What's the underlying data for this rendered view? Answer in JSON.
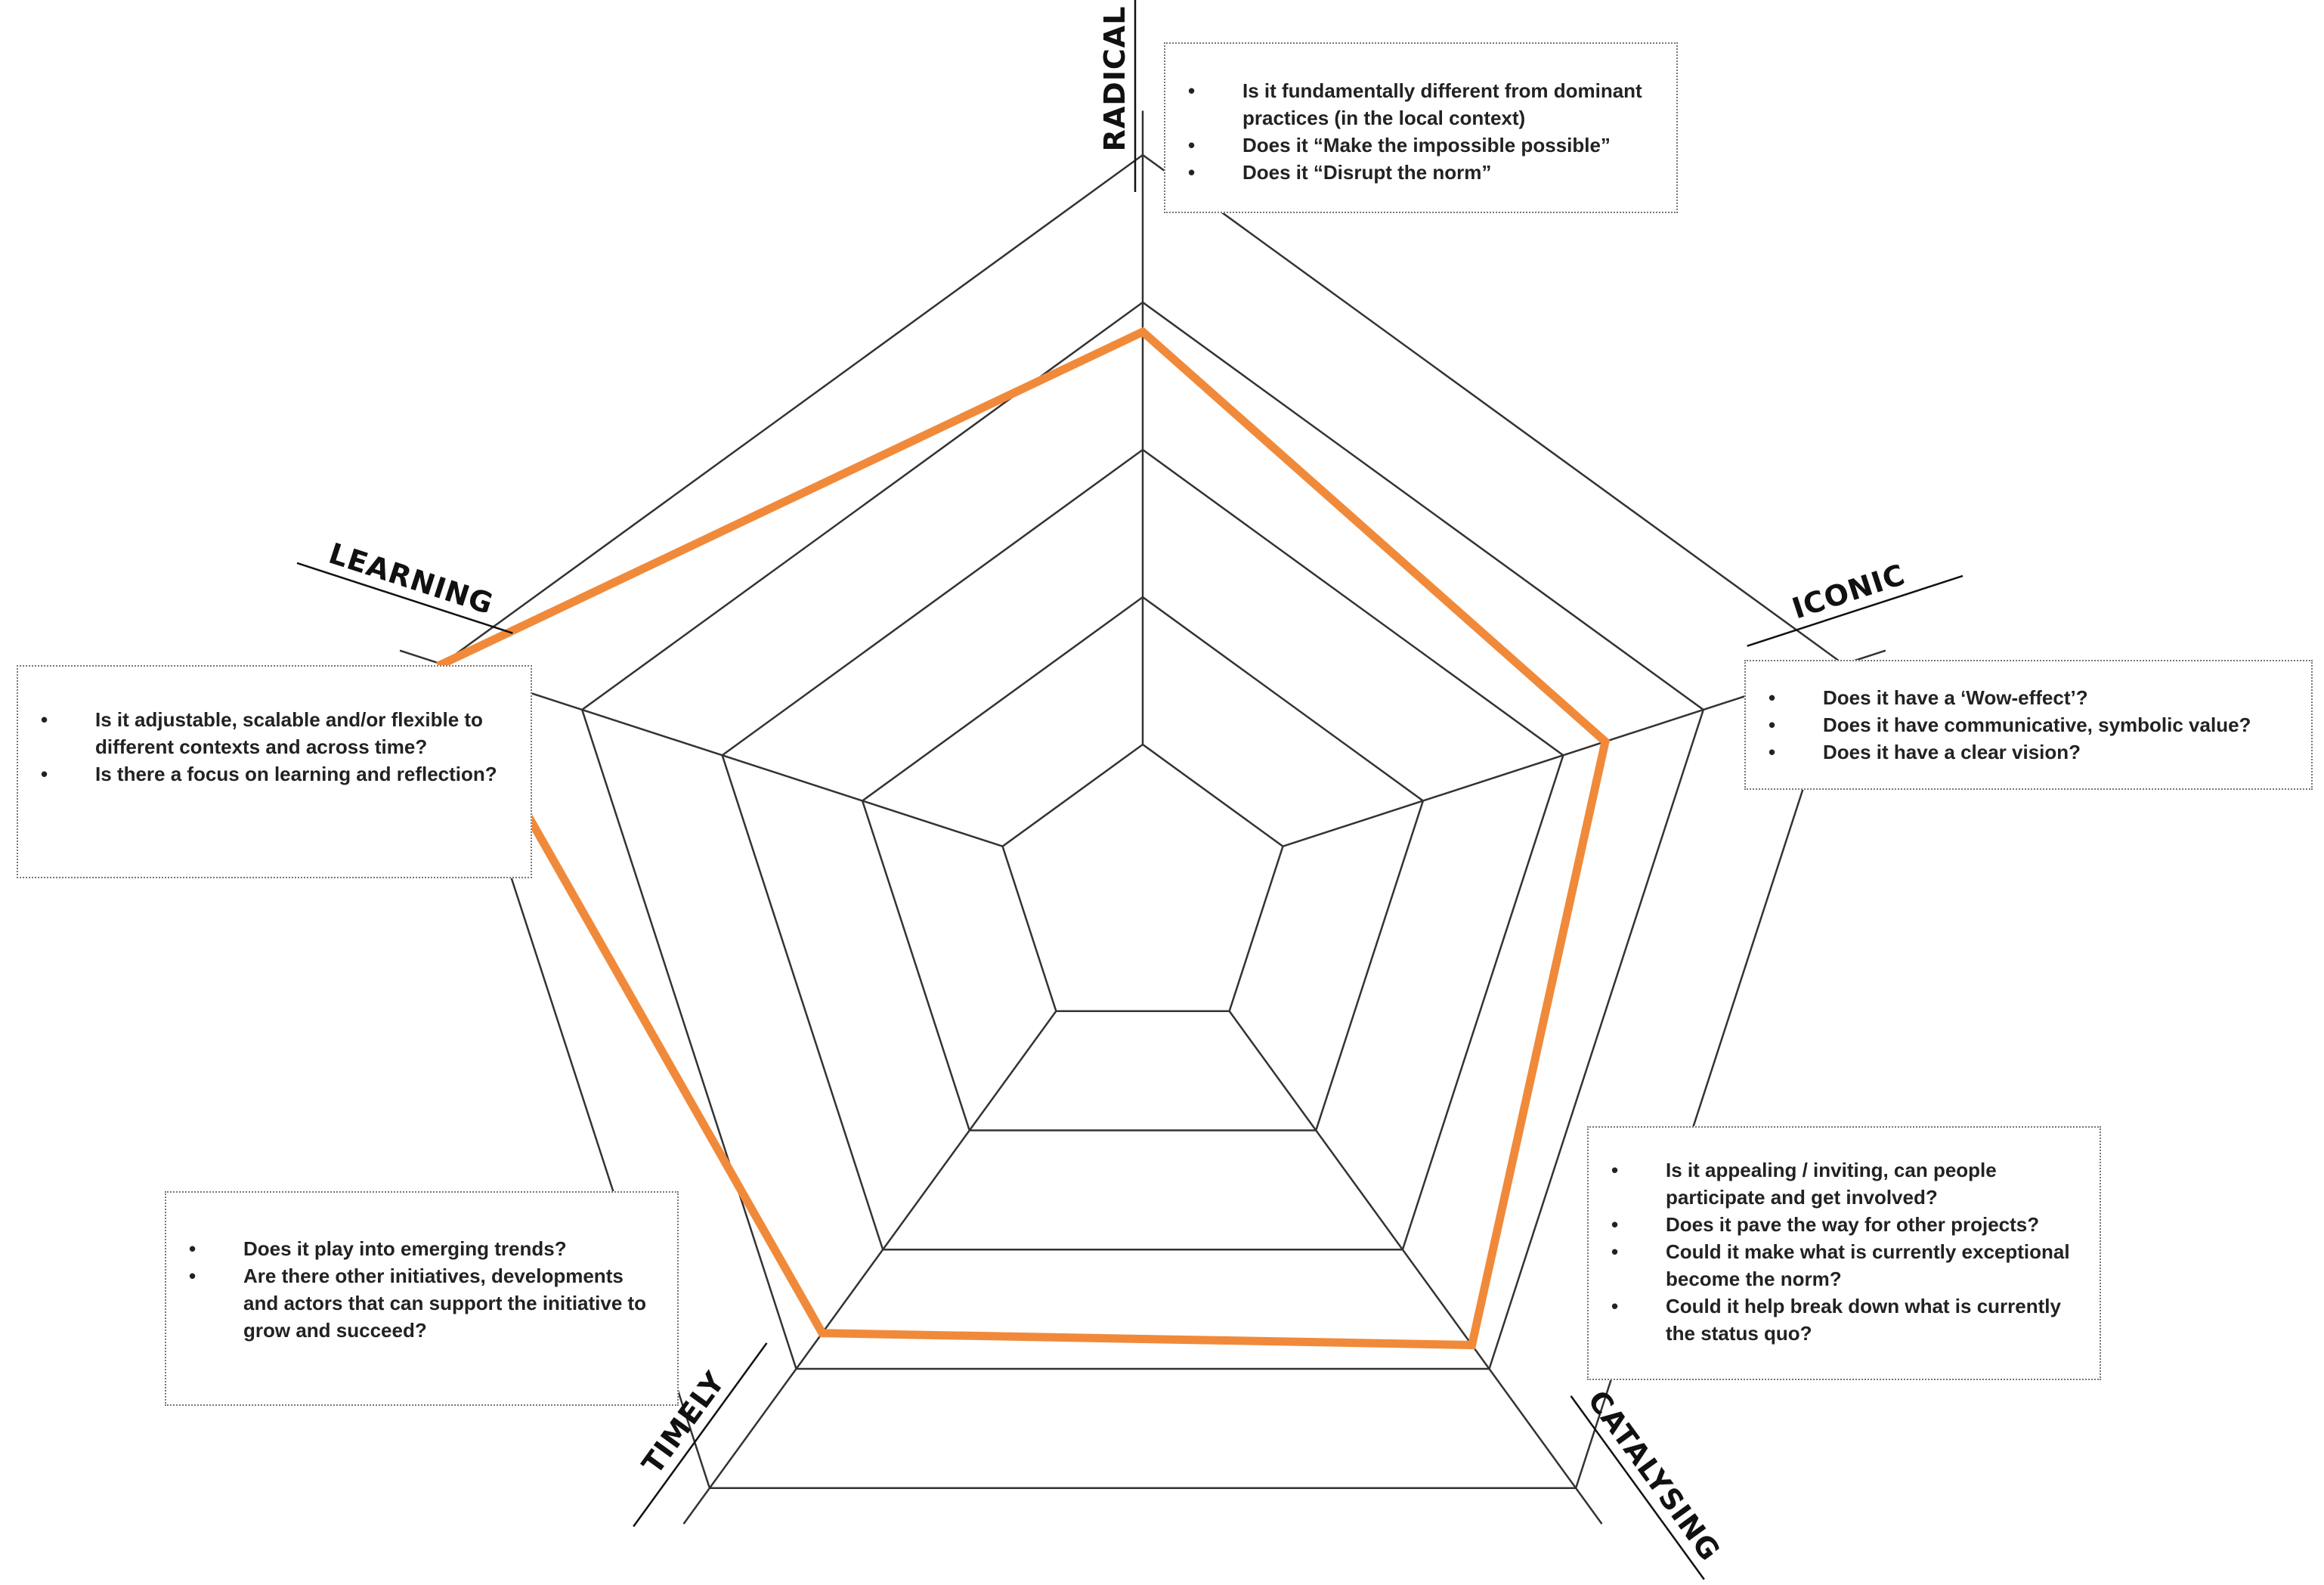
{
  "chart_data": {
    "type": "radar",
    "axes": [
      "RADICAL",
      "ICONIC",
      "CATALYSING",
      "TIMELY",
      "LEARNING"
    ],
    "levels": 5,
    "range": [
      0,
      5
    ],
    "values": [
      3.8,
      3.3,
      3.8,
      3.7,
      5.0
    ],
    "line_color": "#f08a3a",
    "grid_color": "#333333"
  },
  "boxes": {
    "radical": {
      "questions": [
        "Is it fundamentally different from dominant practices (in the local context)",
        "Does it “Make the impossible possible”",
        "Does it “Disrupt the norm”"
      ]
    },
    "iconic": {
      "questions": [
        "Does it have a ‘Wow-effect’?",
        "Does it have communicative, symbolic value?",
        "Does it have a clear vision?"
      ]
    },
    "catalysing": {
      "questions": [
        "Is it appealing / inviting, can people participate and get involved?",
        "Does it pave the way for other projects?",
        "Could it make what is currently exceptional become the norm?",
        "Could it help break down what is currently the status quo?"
      ]
    },
    "timely": {
      "questions": [
        "Does it play into emerging trends?",
        "Are there other initiatives, developments and actors that can support the initiative to grow and succeed?"
      ]
    },
    "learning": {
      "questions": [
        "Is it adjustable, scalable and/or flexible to different contexts and across time?",
        "Is there a focus on learning and reflection?"
      ]
    }
  }
}
